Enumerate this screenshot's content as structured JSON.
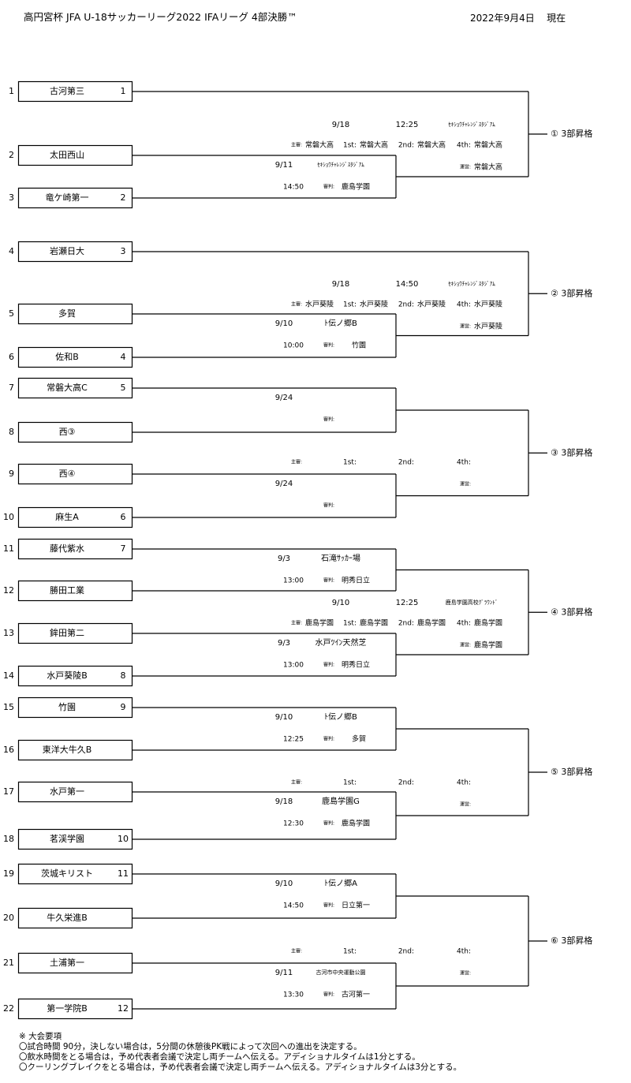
{
  "header": {
    "title": "高円宮杯 JFA U-18サッカーリーグ2022 IFAリーグ 4部決勝™",
    "date": "2022年9月4日",
    "status": "現在"
  },
  "teams": [
    {
      "no": "1",
      "name": "古河第三",
      "seed": "1"
    },
    {
      "no": "2",
      "name": "太田西山",
      "seed": ""
    },
    {
      "no": "3",
      "name": "竜ケ崎第一",
      "seed": "2"
    },
    {
      "no": "4",
      "name": "岩瀬日大",
      "seed": "3"
    },
    {
      "no": "5",
      "name": "多賀",
      "seed": ""
    },
    {
      "no": "6",
      "name": "佐和B",
      "seed": "4"
    },
    {
      "no": "7",
      "name": "常磐大高C",
      "seed": "5"
    },
    {
      "no": "8",
      "name": "西③",
      "seed": ""
    },
    {
      "no": "9",
      "name": "西④",
      "seed": ""
    },
    {
      "no": "10",
      "name": "麻生A",
      "seed": "6"
    },
    {
      "no": "11",
      "name": "藤代紫水",
      "seed": "7"
    },
    {
      "no": "12",
      "name": "勝田工業",
      "seed": ""
    },
    {
      "no": "13",
      "name": "鉾田第二",
      "seed": ""
    },
    {
      "no": "14",
      "name": "水戸葵陵B",
      "seed": "8"
    },
    {
      "no": "15",
      "name": "竹園",
      "seed": "9"
    },
    {
      "no": "16",
      "name": "東洋大牛久B",
      "seed": ""
    },
    {
      "no": "17",
      "name": "水戸第一",
      "seed": ""
    },
    {
      "no": "18",
      "name": "茗渓学園",
      "seed": "10"
    },
    {
      "no": "19",
      "name": "茨城キリスト",
      "seed": "11"
    },
    {
      "no": "20",
      "name": "牛久栄進B",
      "seed": ""
    },
    {
      "no": "21",
      "name": "土浦第一",
      "seed": ""
    },
    {
      "no": "22",
      "name": "第一学院B",
      "seed": "12"
    }
  ],
  "labels": {
    "referee": "審判:",
    "shushin": "主審:",
    "first": "1st:",
    "second": "2nd:",
    "fourth": "4th:",
    "unei": "運営:"
  },
  "first_round": [
    {
      "date": "9/11",
      "venue": "ｾｷｼｮｳﾁｬﾚﾝｼﾞｽﾀｼﾞｱﾑ",
      "time": "14:50",
      "referee": "鹿島学園"
    },
    {
      "date": "9/10",
      "venue": "ﾄ伝ノ郷B",
      "time": "10:00",
      "referee": "竹園"
    },
    {
      "date": "9/24",
      "venue": "",
      "time": "",
      "referee": ""
    },
    {
      "date": "9/24",
      "venue": "",
      "time": "",
      "referee": ""
    },
    {
      "date": "9/3",
      "venue": "石滝ｻｯｶｰ場",
      "time": "13:00",
      "referee": "明秀日立"
    },
    {
      "date": "9/3",
      "venue": "水戸ﾂｲﾝ天然芝",
      "time": "13:00",
      "referee": "明秀日立"
    },
    {
      "date": "9/10",
      "venue": "ﾄ伝ノ郷B",
      "time": "12:25",
      "referee": "多賀"
    },
    {
      "date": "9/18",
      "venue": "鹿島学園G",
      "time": "12:30",
      "referee": "鹿島学園"
    },
    {
      "date": "9/10",
      "venue": "ﾄ伝ノ郷A",
      "time": "14:50",
      "referee": "日立第一"
    },
    {
      "date": "9/11",
      "venue": "古河市中央運動公園",
      "time": "13:30",
      "referee": "古河第一"
    }
  ],
  "finals": [
    {
      "result": "① 3部昇格",
      "date": "9/18",
      "time": "12:25",
      "venue": "ｾｷｼｮｳﾁｬﾚﾝｼﾞｽﾀｼﾞｱﾑ",
      "shushin": "常磐大高",
      "first": "常磐大高",
      "second": "常磐大高",
      "fourth": "常磐大高",
      "unei": "常磐大高"
    },
    {
      "result": "② 3部昇格",
      "date": "9/18",
      "time": "14:50",
      "venue": "ｾｷｼｮｳﾁｬﾚﾝｼﾞｽﾀｼﾞｱﾑ",
      "shushin": "水戸葵陵",
      "first": "水戸葵陵",
      "second": "水戸葵陵",
      "fourth": "水戸葵陵",
      "unei": "水戸葵陵"
    },
    {
      "result": "③ 3部昇格",
      "date": "",
      "time": "",
      "venue": "",
      "shushin": "",
      "first": "",
      "second": "",
      "fourth": "",
      "unei": ""
    },
    {
      "result": "④ 3部昇格",
      "date": "9/10",
      "time": "12:25",
      "venue": "鹿島学園高校ｸﾞﾗｳﾝﾄﾞ",
      "shushin": "鹿島学園",
      "first": "鹿島学園",
      "second": "鹿島学園",
      "fourth": "鹿島学園",
      "unei": "鹿島学園"
    },
    {
      "result": "⑤ 3部昇格",
      "date": "",
      "time": "",
      "venue": "",
      "shushin": "",
      "first": "",
      "second": "",
      "fourth": "",
      "unei": ""
    },
    {
      "result": "⑥ 3部昇格",
      "date": "",
      "time": "",
      "venue": "",
      "shushin": "",
      "first": "",
      "second": "",
      "fourth": "",
      "unei": ""
    }
  ],
  "notes": {
    "heading": "※ 大会要項",
    "lines": [
      "〇試合時間 90分，決しない場合は，5分間の休憩後PK戦によって次回への進出を決定する。",
      "〇飲水時間をとる場合は，予め代表者会議で決定し両チームへ伝える。アディショナルタイムは1分とする。",
      "〇クーリングブレイクをとる場合は，予め代表者会議で決定し両チームへ伝える。アディショナルタイムは3分とする。"
    ]
  }
}
